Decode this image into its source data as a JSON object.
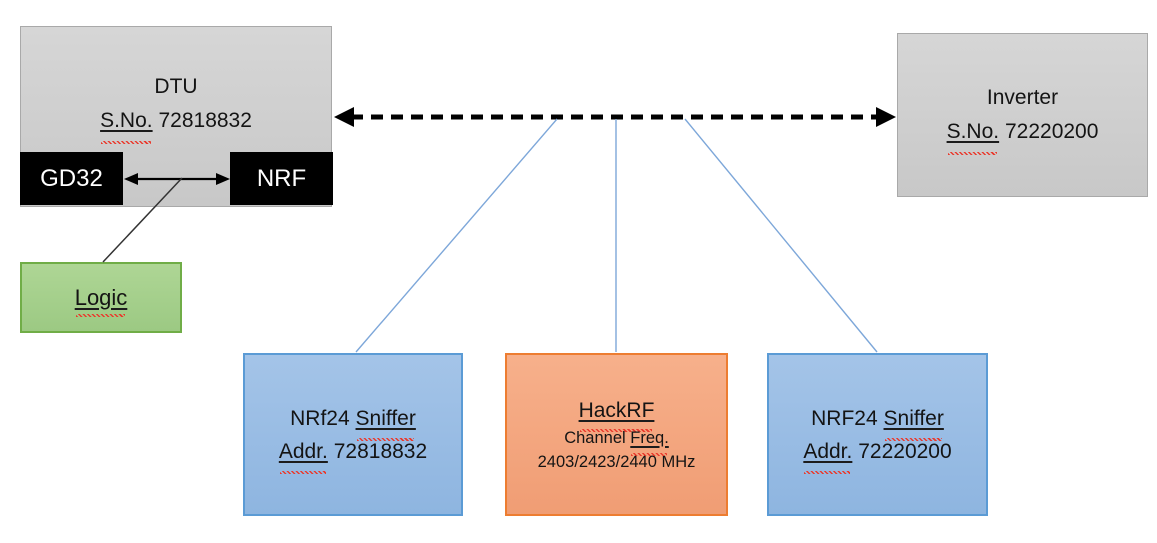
{
  "diagram": {
    "dtu": {
      "title": "DTU",
      "serial_label": "S.No.",
      "serial_value": "72818832",
      "chips": {
        "gd32": "GD32",
        "nrf": "NRF"
      }
    },
    "logic": {
      "label": "Logic"
    },
    "inverter": {
      "title": "Inverter",
      "serial_label": "S.No.",
      "serial_value": "72220200"
    },
    "sniffer_left": {
      "name_prefix": "NRf24",
      "name_word": "Sniffer",
      "addr_label": "Addr.",
      "addr_value": "72818832"
    },
    "hackrf": {
      "title": "HackRF",
      "channel_label": "Channel",
      "freq_word": "Freq.",
      "frequencies": "2403/2423/2440 MHz"
    },
    "sniffer_right": {
      "name_prefix": "NRF24",
      "name_word": "Sniffer",
      "addr_label": "Addr.",
      "addr_value": "72220200"
    }
  },
  "colors": {
    "gray_box_fill": "#d1d1d1",
    "gray_box_border": "#a9a9a9",
    "chip_fill": "#000000",
    "chip_text": "#ffffff",
    "logic_fill": "#a9d18e",
    "logic_border": "#70ad47",
    "sniffer_fill": "#9bbde4",
    "sniffer_border": "#5b9bd5",
    "hackrf_fill": "#f5a982",
    "hackrf_border": "#ed7d31",
    "connector_blue": "#7da7d9",
    "arrow_black": "#000000",
    "squiggle_red": "#ea3a2d"
  }
}
